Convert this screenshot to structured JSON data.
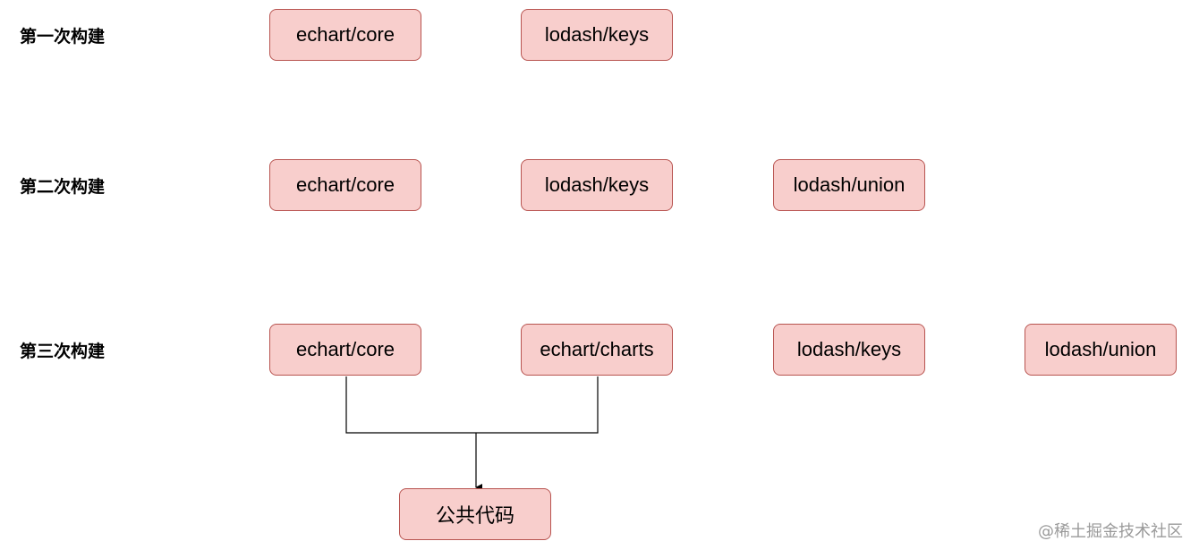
{
  "rows": [
    {
      "label": "第一次构建",
      "nodes": [
        "echart/core",
        "lodash/keys"
      ]
    },
    {
      "label": "第二次构建",
      "nodes": [
        "echart/core",
        "lodash/keys",
        "lodash/union"
      ]
    },
    {
      "label": "第三次构建",
      "nodes": [
        "echart/core",
        "echart/charts",
        "lodash/keys",
        "lodash/union"
      ]
    }
  ],
  "common": {
    "label": "公共代码"
  },
  "edges": [
    {
      "from": "第三次构建: echart/core",
      "to": "公共代码"
    },
    {
      "from": "第三次构建: echart/charts",
      "to": "公共代码"
    }
  ],
  "colors": {
    "node_fill": "#f8cecc",
    "node_stroke": "#b85450",
    "edge": "#000000"
  },
  "watermark": "@稀土掘金技术社区"
}
